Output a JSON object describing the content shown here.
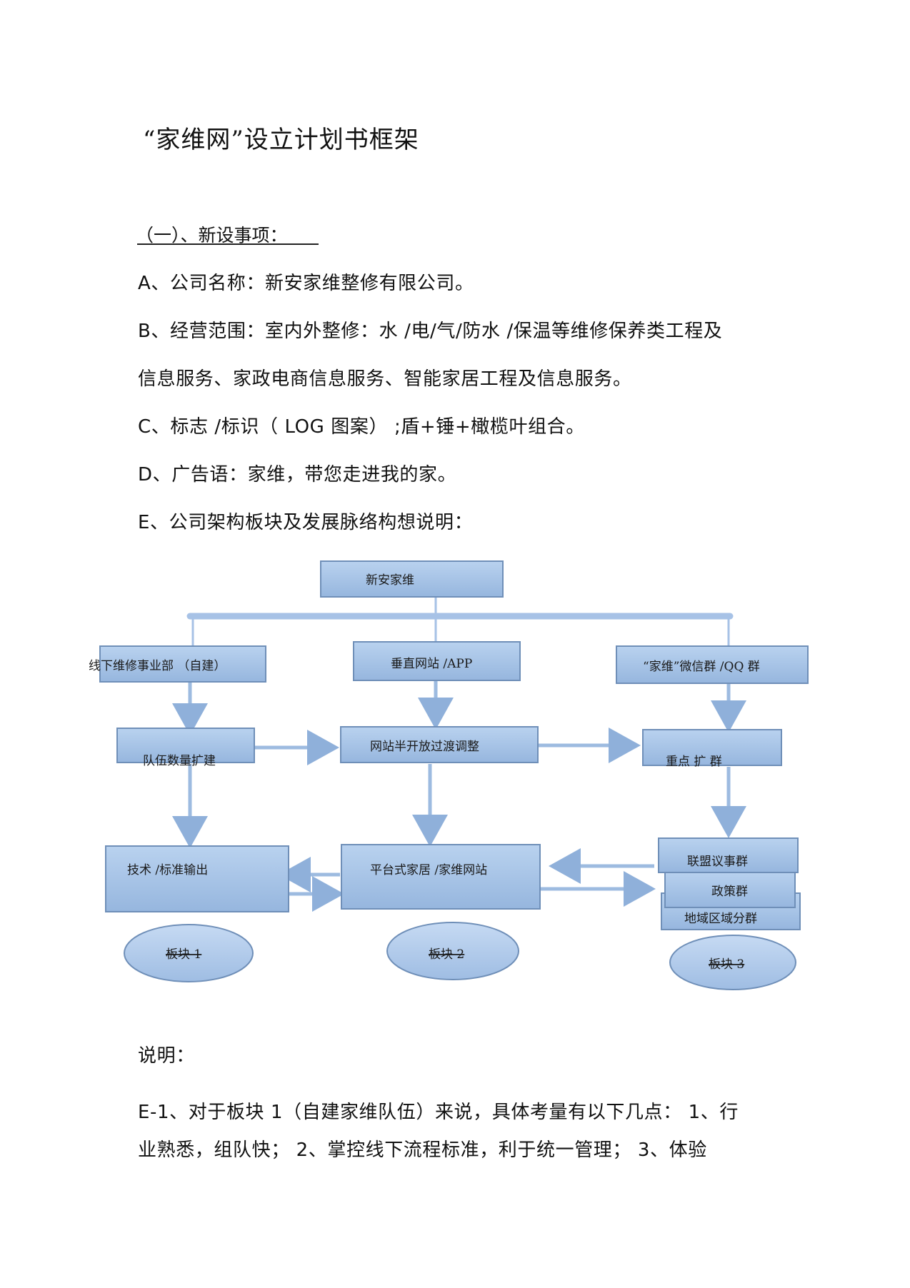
{
  "document": {
    "title": "“家维网”设立计划书框架",
    "section_heading": "（一）、新设事项：",
    "paragraphs": [
      "A、公司名称：新安家维整修有限公司。",
      "B、经营范围：室内外整修：水  /电/气/防水 /保温等维修保养类工程及",
      "信息服务、家政电商信息服务、智能家居工程及信息服务。",
      "C、标志 /标识（ LOG 图案） ;盾+锤+橄榄叶组合。",
      "D、广告语：家维，带您走进我的家。",
      "E、公司架构板块及发展脉络构想说明："
    ],
    "explanation_heading": "说明：",
    "explanation_lines": [
      "E-1、对于板块 1（自建家维队伍）来说，具体考量有以下几点： 1、行",
      "业熟悉，组队快； 2、掌控线下流程标准，利于统一管理； 3、体验"
    ]
  },
  "diagram": {
    "top": "新安家维",
    "branch_left": "线下维修事业部 （自建）",
    "branch_center": "垂直网站 /APP",
    "branch_right": "“家维”微信群  /QQ 群",
    "mid_left": "队伍数量扩建",
    "mid_center": "网站半开放过渡调整",
    "mid_right": "重点   扩  群",
    "bottom_left": "技术 /标准输出",
    "bottom_center": "平台式家居 /家维网站",
    "stack_1": "联盟议事群",
    "stack_2": "政策群",
    "stack_3": "地域区域分群",
    "ellipse_1": "板块 1",
    "ellipse_2": "板块 2",
    "ellipse_3": "板块 3",
    "colors": {
      "box_fill": "#a9c5e8",
      "box_stroke": "#6f8fb8",
      "arrow": "#9dbbe0"
    }
  }
}
